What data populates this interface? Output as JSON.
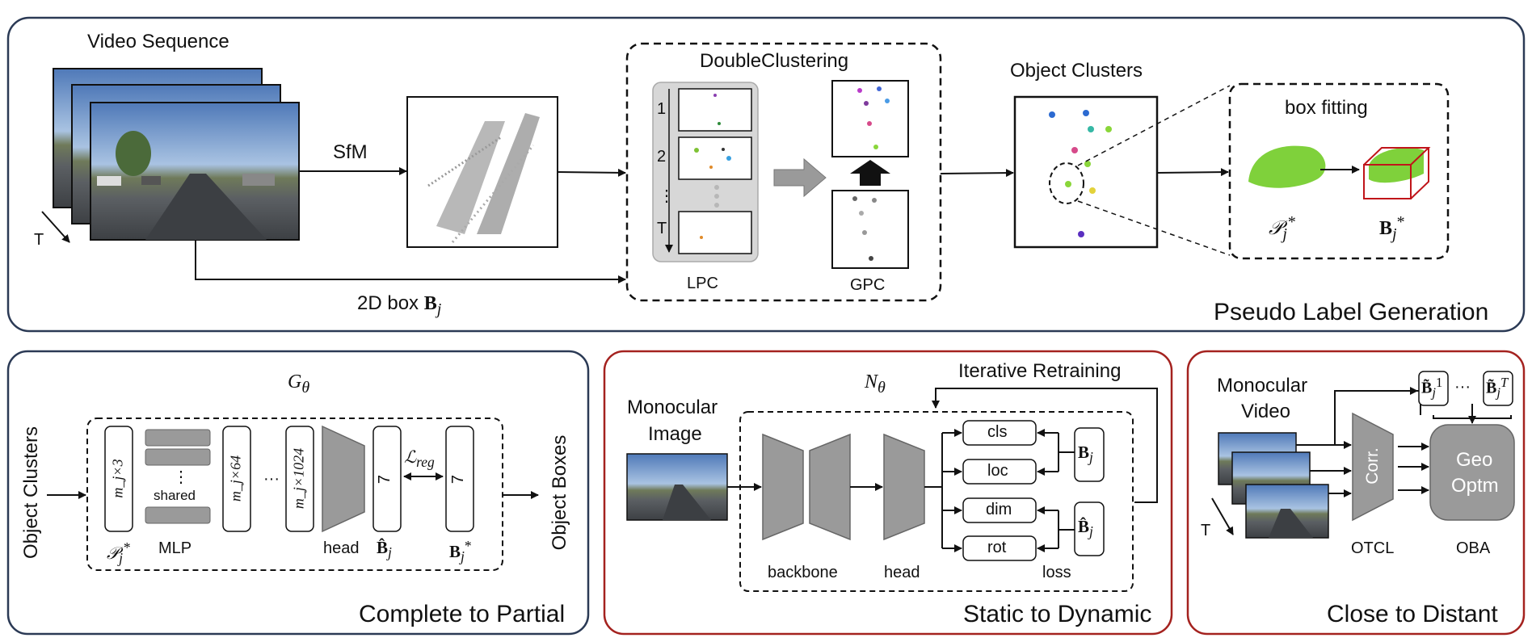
{
  "colors": {
    "panel_blue": "#2b3a55",
    "panel_red": "#a4221f",
    "gray_shape": "#9a9a9a",
    "point_green": "#7fd13b",
    "box_red": "#c0151a"
  },
  "top": {
    "video_sequence": "Video Sequence",
    "time_axis": "T",
    "sfm": "SfM",
    "box2d_prefix": "2D box ",
    "box2d_symbol": "B",
    "box2d_sub": "j",
    "double_clustering": "DoubleClustering",
    "lpc_rows": [
      "1",
      "2",
      "⋮",
      "T"
    ],
    "lpc": "LPC",
    "gpc": "GPC",
    "object_clusters": "Object Clusters",
    "box_fitting": "box fitting",
    "p_symbol": "𝒫",
    "p_sub": "j",
    "p_sup": "*",
    "b_symbol": "B",
    "b_sub": "j",
    "b_sup": "*",
    "caption": "Pseudo Label Generation"
  },
  "complete": {
    "g_symbol": "G",
    "g_sub": "θ",
    "input_label": "Object Clusters",
    "output_label": "Object Boxes",
    "col1": "m_j×3",
    "col3": "m_j×64",
    "dots": "···",
    "col4": "m_j×1024",
    "vdots": "⋮",
    "shared": "shared",
    "mlp": "MLP",
    "head": "head",
    "seven_a": "7",
    "seven_b": "7",
    "lreg": "ℒ",
    "lreg_sub": "reg",
    "p_label": "𝒫",
    "p_sub": "j",
    "p_sup": "*",
    "bhat": "B̂",
    "bhat_sub": "j",
    "bstar": "B",
    "bstar_sub": "j",
    "bstar_sup": "*",
    "caption": "Complete to Partial"
  },
  "static": {
    "n_symbol": "N",
    "n_sub": "θ",
    "iterative": "Iterative Retraining",
    "mono_image": [
      "Monocular",
      "Image"
    ],
    "heads": [
      "cls",
      "loc",
      "dim",
      "rot"
    ],
    "backbone": "backbone",
    "head": "head",
    "loss": "loss",
    "bj": "B",
    "bj_sub": "j",
    "bhat": "B̂",
    "bhat_sub": "j",
    "caption": "Static to Dynamic"
  },
  "close": {
    "mono_video": [
      "Monocular",
      "Video"
    ],
    "time_axis": "T",
    "corr": "Corr.",
    "geo": [
      "Geo",
      "Optm"
    ],
    "otcl": "OTCL",
    "oba": "OBA",
    "btilde": "B̃",
    "sub": "j",
    "sup1": "1",
    "supT": "T",
    "dots": "···",
    "caption": "Close to Distant"
  }
}
